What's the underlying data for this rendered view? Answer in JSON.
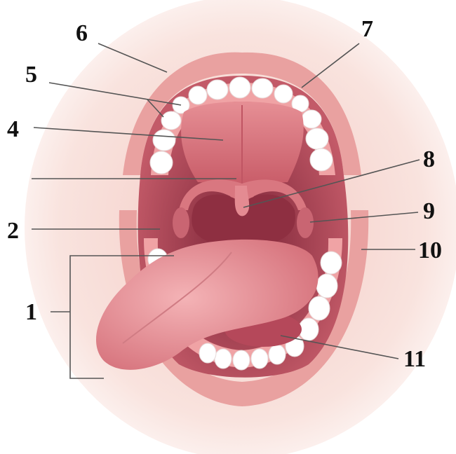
{
  "labels": {
    "n1": "1",
    "n2": "2",
    "n4": "4",
    "n5": "5",
    "n6": "6",
    "n7": "7",
    "n8": "8",
    "n9": "9",
    "n10": "10",
    "n11": "11"
  },
  "colors": {
    "skin": "#f7dcd6",
    "lip": "#e9a1a0",
    "lip_inner": "#f2b9b4",
    "mouth_cavity": "#b5485a",
    "throat": "#8e2f41",
    "palate": "#d9737d",
    "tongue": "#e48b92",
    "tooth": "#ffffff",
    "gum": "#f0a3a5",
    "leader_line": "#555555",
    "label_text": "#111111"
  }
}
